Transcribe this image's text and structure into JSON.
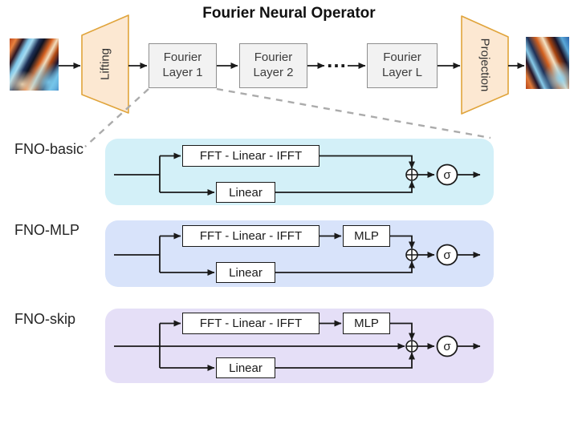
{
  "title": "Fourier Neural Operator",
  "pipeline": {
    "input_image": "flow-field-heatmap",
    "output_image": "flow-field-heatmap",
    "lifting_label": "Lifting",
    "projection_label": "Projection",
    "dots": "…",
    "layers": [
      {
        "line1": "Fourier",
        "line2": "Layer 1"
      },
      {
        "line1": "Fourier",
        "line2": "Layer 2"
      },
      {
        "line1": "Fourier",
        "line2": "Layer L"
      }
    ]
  },
  "panels": [
    {
      "label": "FNO-basic",
      "spectral_box": "FFT - Linear - IFFT",
      "linear_box": "Linear",
      "sum_node": "⊕",
      "sigma": "σ"
    },
    {
      "label": "FNO-MLP",
      "spectral_box": "FFT - Linear - IFFT",
      "mlp_box": "MLP",
      "linear_box": "Linear",
      "sum_node": "⊕",
      "sigma": "σ"
    },
    {
      "label": "FNO-skip",
      "spectral_box": "FFT - Linear - IFFT",
      "mlp_box": "MLP",
      "linear_box": "Linear",
      "sum_node": "⊕",
      "sigma": "σ"
    }
  ],
  "colors": {
    "panel_basic_bg": "#d3f0f8",
    "panel_mlp_bg": "#d8e3fa",
    "panel_skip_bg": "#e5dff7",
    "trapezoid_fill": "#fce8d2",
    "trapezoid_border": "#e0a43b",
    "layer_box_fill": "#f2f2f2",
    "layer_box_border": "#8f8f8f",
    "line_color": "#1a1a1a",
    "dashed_line_color": "#ababab"
  }
}
